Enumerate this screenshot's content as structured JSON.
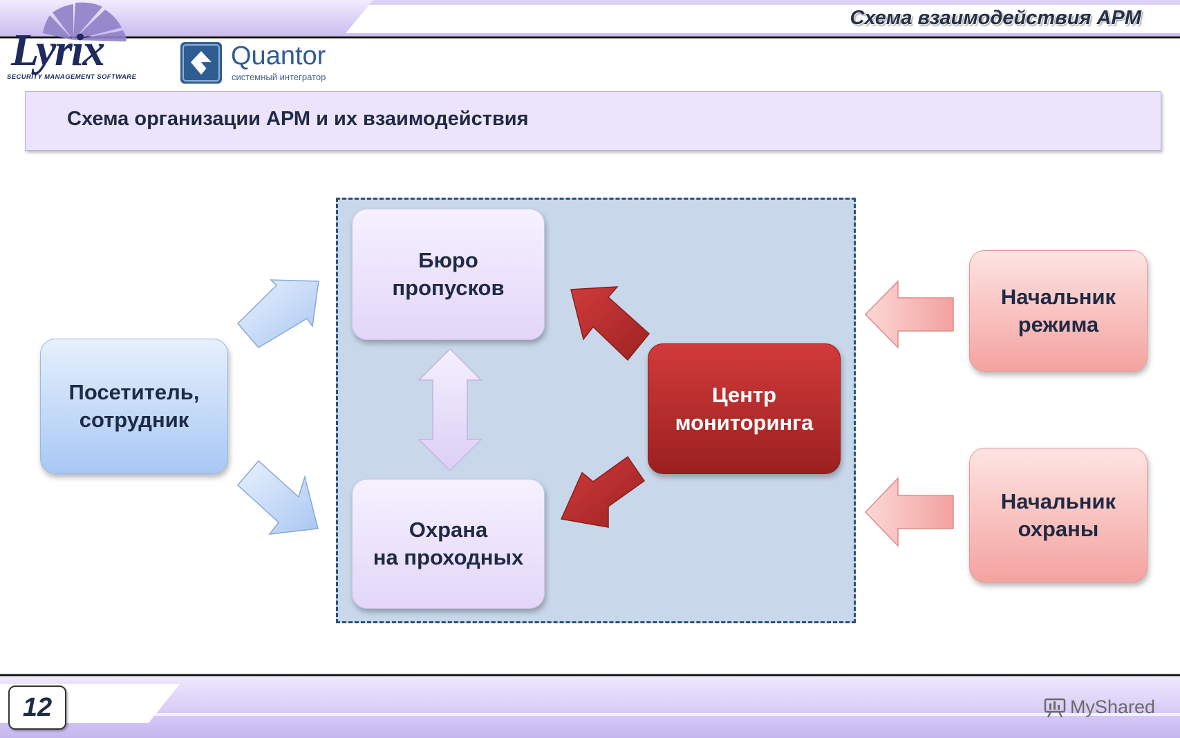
{
  "header": {
    "title": "Схема взаимодействия АРМ",
    "lyrix_logo_text": "Lyrix",
    "lyrix_tagline": "SECURITY MANAGEMENT SOFTWARE",
    "quantor_name": "Quantor",
    "quantor_tagline": "системный интегратор"
  },
  "banner": {
    "title": "Схема организации АРМ и их взаимодействия"
  },
  "diagram": {
    "visitor": "Посетитель,\nсотрудник",
    "pass_office": "Бюро\nпропусков",
    "checkpoint_guard": "Охрана\nна проходных",
    "monitoring_center": "Центр\nмониторинга",
    "regime_chief": "Начальник\nрежима",
    "security_chief": "Начальник\nохраны"
  },
  "footer": {
    "page_number": "12",
    "watermark": "MyShared"
  },
  "colors": {
    "accent_purple": "#c9b8ee",
    "dashed_area": "#c5d5e8",
    "red": "#b52a2a"
  }
}
